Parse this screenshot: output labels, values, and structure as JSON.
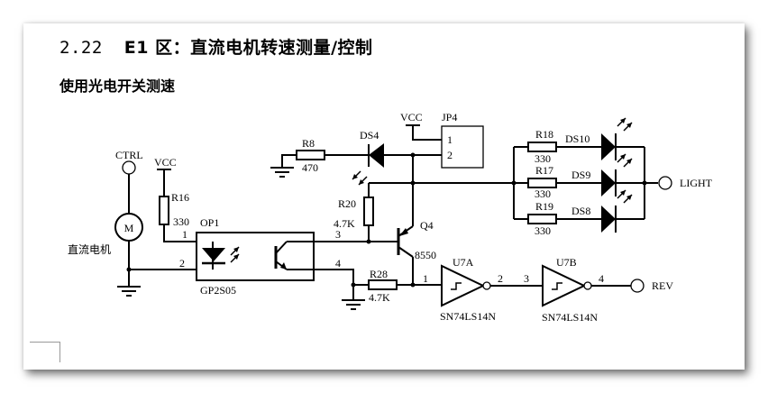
{
  "header": {
    "section_number": "2.22",
    "section_title": "E1 区：直流电机转速测量/控制",
    "subtitle": "使用光电开关测速"
  },
  "schematic": {
    "ports": {
      "ctrl": "CTRL",
      "light": "LIGHT",
      "rev": "REV"
    },
    "power": {
      "vcc1": "VCC",
      "vcc2": "VCC"
    },
    "motor": {
      "symbol": "M",
      "label": "直流电机"
    },
    "resistors": {
      "r16": {
        "ref": "R16",
        "value": "330"
      },
      "r8": {
        "ref": "R8",
        "value": "470"
      },
      "r20": {
        "ref": "R20",
        "value": "4.7K"
      },
      "r28": {
        "ref": "R28",
        "value": "4.7K"
      },
      "r18": {
        "ref": "R18",
        "value": "330"
      },
      "r17": {
        "ref": "R17",
        "value": "330"
      },
      "r19": {
        "ref": "R19",
        "value": "330"
      }
    },
    "leds": {
      "ds4": "DS4",
      "ds10": "DS10",
      "ds9": "DS9",
      "ds8": "DS8"
    },
    "optocoupler": {
      "ref": "OP1",
      "part": "GP2S05",
      "pins": [
        "1",
        "2",
        "3",
        "4"
      ]
    },
    "transistor": {
      "ref": "Q4",
      "part": "8550"
    },
    "jumper": {
      "ref": "JP4",
      "pins": [
        "1",
        "2"
      ]
    },
    "gates": [
      {
        "ref": "U7A",
        "part": "SN74LS14N",
        "in_pin": "1",
        "out_pin": "2"
      },
      {
        "ref": "U7B",
        "part": "SN74LS14N",
        "in_pin": "3",
        "out_pin": "4"
      }
    ]
  }
}
